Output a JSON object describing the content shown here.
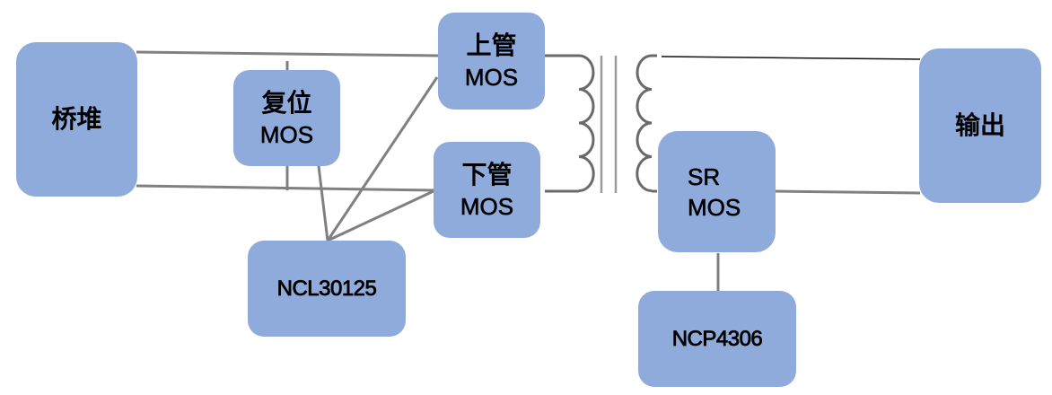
{
  "blocks": {
    "bridge": {
      "title": "桥堆"
    },
    "reset_mos": {
      "title": "复位",
      "subtitle": "MOS"
    },
    "high_side_mos": {
      "title": "上管",
      "subtitle": "MOS"
    },
    "low_side_mos": {
      "title": "下管",
      "subtitle": "MOS"
    },
    "controller": {
      "title": "NCL30125"
    },
    "sr_mos": {
      "title": "SR",
      "subtitle": "MOS"
    },
    "sr_controller": {
      "title": "NCP4306"
    },
    "output": {
      "title": "输出"
    }
  },
  "colors": {
    "block_fill": "#8eabdc",
    "wire": "#808080",
    "text": "#000000"
  }
}
